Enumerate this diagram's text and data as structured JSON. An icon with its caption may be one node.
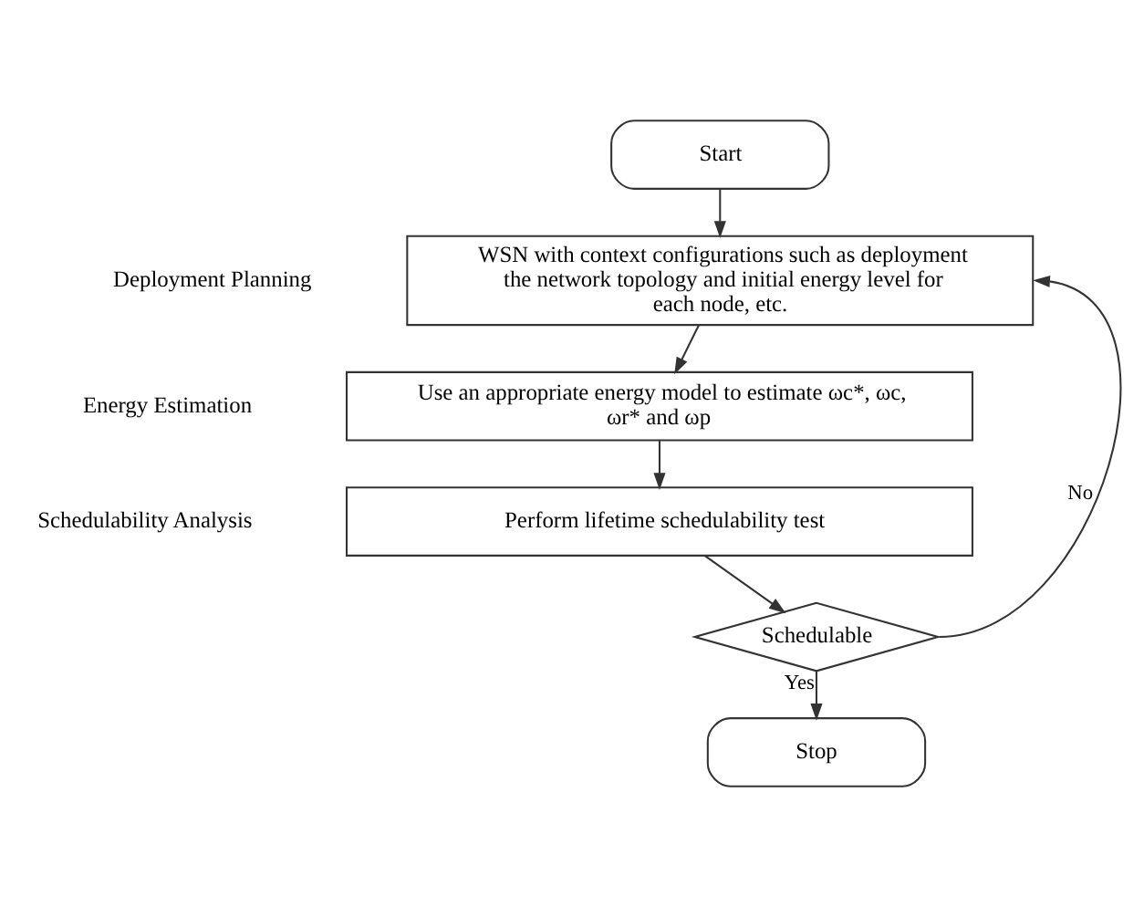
{
  "diagram": {
    "nodes": [
      {
        "text": [
          "Start"
        ]
      },
      {
        "text": [
          "WSN with context configurations such as deployment the network topology and initial energy level for each node, etc."
        ]
      },
      {
        "text": [
          "Use an appropriate energy model to estimate ωc*, ωc, ωr* and ωp"
        ]
      },
      {
        "text": [
          "Perform lifetime schedulability test"
        ]
      },
      {
        "text": [
          "Schedulable"
        ]
      },
      {
        "text": [
          "Stop"
        ]
      }
    ],
    "edges": [
      {
        "from": 0,
        "to": 1,
        "arrow": "to"
      },
      {
        "from": 1,
        "to": 2,
        "arrow": "to"
      },
      {
        "from": 2,
        "to": 3,
        "arrow": "to"
      },
      {
        "from": 3,
        "to": 4,
        "arrow": "to"
      },
      {
        "from": 4,
        "to": 5,
        "arrow": "to",
        "label": "Yes"
      },
      {
        "from": 4,
        "to": 1,
        "arrow": "to",
        "label": "No"
      }
    ],
    "labels": [
      "Deployment Planning",
      "Energy Estimation",
      "Schedulability Analysis"
    ]
  }
}
